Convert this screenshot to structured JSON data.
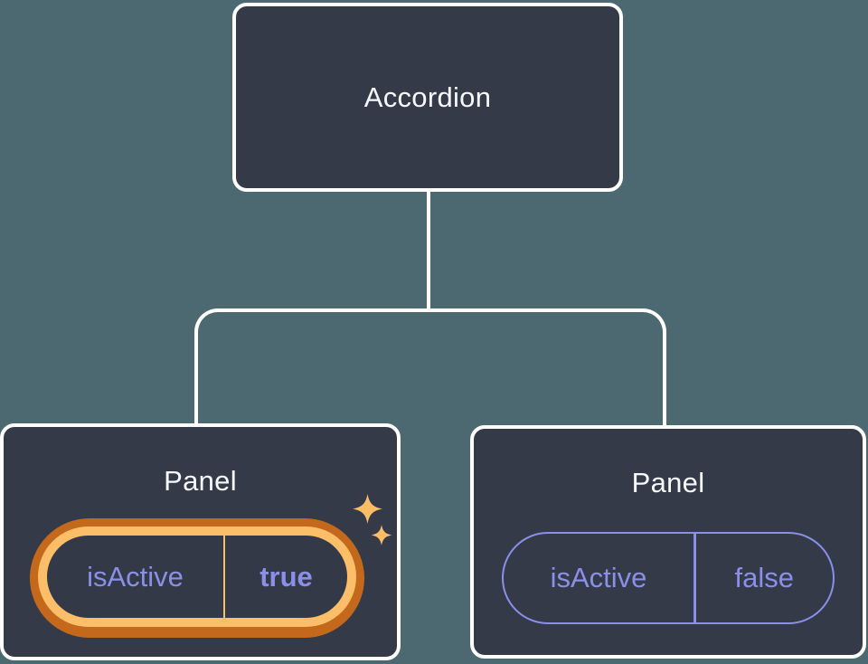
{
  "diagram": {
    "description": "Component tree: an Accordion parent passing isActive prop to two Panel children",
    "root": {
      "title": "Accordion"
    },
    "panels": [
      {
        "title": "Panel",
        "prop_name": "isActive",
        "prop_value": "true",
        "state": "active",
        "highlight": true
      },
      {
        "title": "Panel",
        "prop_name": "isActive",
        "prop_value": "false",
        "state": "inactive",
        "highlight": false
      }
    ]
  },
  "colors": {
    "background": "#4c6972",
    "node_fill": "#343a48",
    "node_border": "#ffffff",
    "connector": "#ffffff",
    "prop_purple": "#8a90e8",
    "highlight_gold": "#fcbe68",
    "highlight_dark_orange": "#c4691c",
    "title_text": "#f7f8fa"
  },
  "icons": {
    "sparkle_big": "sparkle-icon",
    "sparkle_small": "sparkle-icon"
  }
}
